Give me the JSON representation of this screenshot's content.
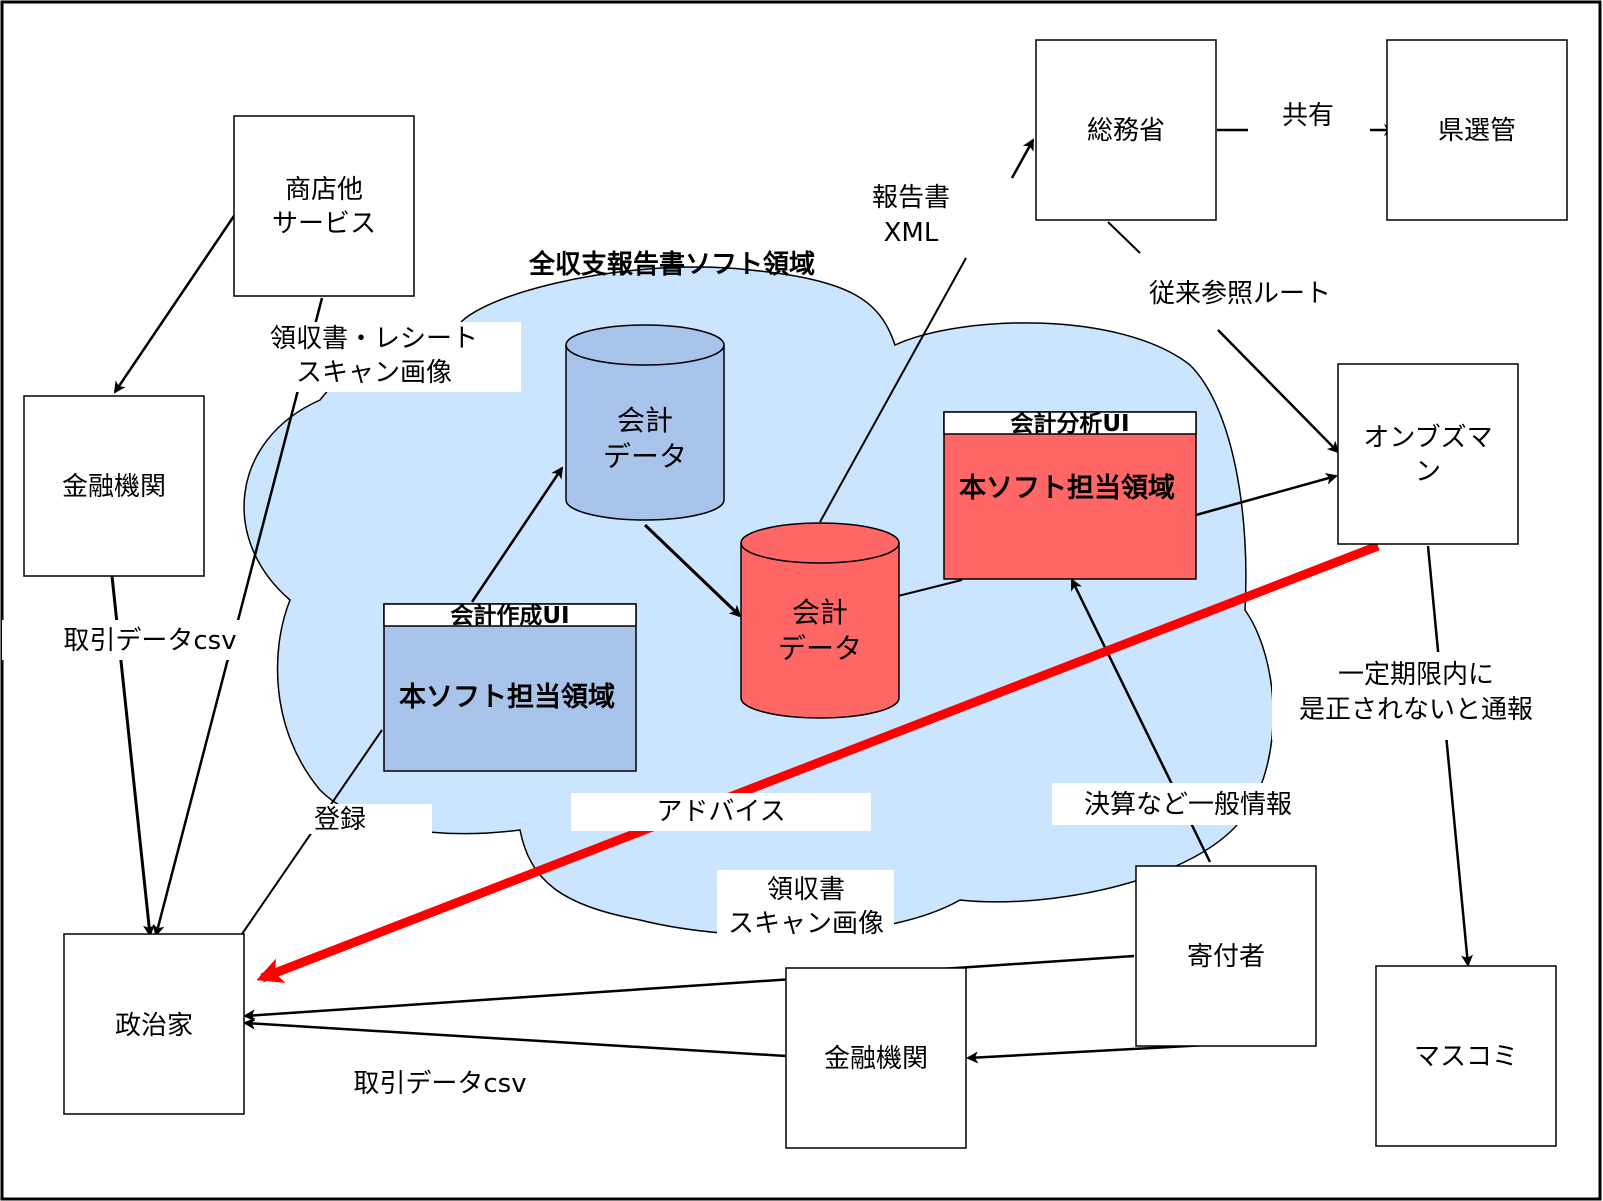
{
  "title": "全収支報告書ソフト領域",
  "nodes": {
    "shop": [
      "商店他",
      "サービス"
    ],
    "bank_left": "金融機関",
    "politician": "政治家",
    "mic": "総務省",
    "pref": "県選管",
    "ombudsman": [
      "オンブズマ",
      "ン"
    ],
    "donor": "寄付者",
    "bank_bottom": "金融機関",
    "media": "マスコミ",
    "db_blue": [
      "会計",
      "データ"
    ],
    "db_red": [
      "会計",
      "データ"
    ],
    "ui_create_header": "会計作成UI",
    "ui_create_body": "本ソフト担当領域",
    "ui_analysis_header": "会計分析UI",
    "ui_analysis_body": "本ソフト担当領域"
  },
  "labels": {
    "receipt_scan": [
      "領収書・レシート",
      "スキャン画像"
    ],
    "csv_left": "取引データcsv",
    "register": "登録",
    "advice": "アドバイス",
    "receipt_scan2": [
      "領収書",
      "スキャン画像"
    ],
    "general_info": "決算など一般情報",
    "csv_bottom": "取引データcsv",
    "report_xml": [
      "報告書",
      "XML"
    ],
    "share": "共有",
    "conventional": "従来参照ルート",
    "notify": [
      "一定期限内に",
      "是正されないと通報"
    ]
  },
  "colors": {
    "cloud": "#cce5ff",
    "blue_fill": "#a9c4eb",
    "red_fill": "#ff6666",
    "alert_arrow": "#ff0000",
    "stroke": "#000000"
  }
}
